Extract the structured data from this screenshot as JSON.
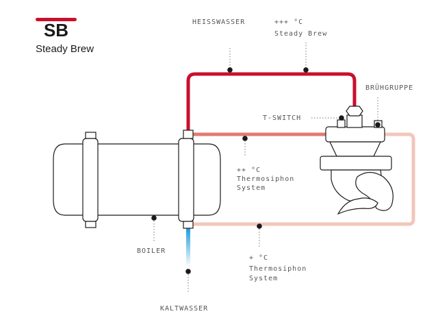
{
  "brand": {
    "logo_text": "SB",
    "name": "Steady Brew",
    "logo_color": "#c8102e"
  },
  "labels": {
    "heisswasser": "HEISSWASSER",
    "temp_hot": "+++ °C",
    "steady_brew": "Steady Brew",
    "bruehgruppe": "BRÜHGRUPPE",
    "t_switch": "T-SWITCH",
    "temp_mid": "++ °C",
    "thermo_mid_1": "Thermosiphon",
    "thermo_mid_2": "System",
    "boiler": "BOILER",
    "temp_low": "+ °C",
    "thermo_low_1": "Thermosiphon",
    "thermo_low_2": "System",
    "kaltwasser": "KALTWASSER"
  },
  "colors": {
    "hot_pipe": "#c8102e",
    "mid_pipe": "#e07b73",
    "low_pipe": "#f3c6bb",
    "cold_pipe": "#1a9bd7",
    "outline": "#1a1a1a"
  }
}
